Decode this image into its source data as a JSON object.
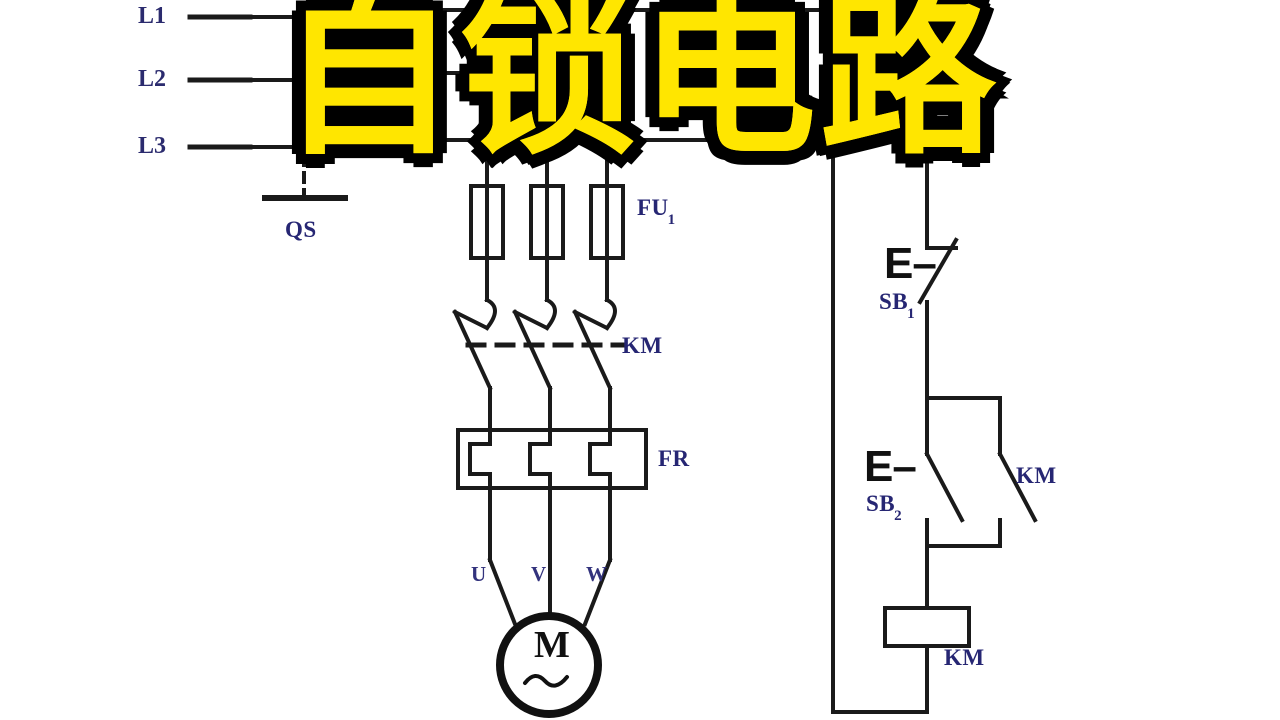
{
  "title": {
    "text": "自锁电路",
    "fill_color": "#ffe600",
    "stroke_color": "#000000"
  },
  "colors": {
    "background": "#ffffff",
    "wire": "#1a1a1a",
    "label": "#262673",
    "accent_yellow": "#ffe600"
  },
  "power_rails": [
    {
      "name": "L1",
      "label": "L1"
    },
    {
      "name": "L2",
      "label": "L2"
    },
    {
      "name": "L3",
      "label": "L3"
    }
  ],
  "main_circuit": {
    "disconnect_switch": {
      "label": "QS",
      "type": "three-pole-knife-switch"
    },
    "fuses": {
      "label": "FU",
      "subscript": "1",
      "count": 3
    },
    "contactor_main_contacts": {
      "label": "KM",
      "type": "normally-open",
      "count": 3
    },
    "thermal_relay": {
      "label": "FR",
      "type": "overload-heater",
      "count": 3
    },
    "motor": {
      "designator": "M",
      "phase_symbol": "~",
      "terminals": [
        {
          "label": "U"
        },
        {
          "label": "V"
        },
        {
          "label": "W"
        }
      ]
    }
  },
  "control_circuit": {
    "stop_button": {
      "label": "SB",
      "subscript": "1",
      "actuator": "E–",
      "type": "normally-closed-pushbutton"
    },
    "start_button": {
      "label": "SB",
      "subscript": "2",
      "actuator": "E–",
      "type": "normally-open-pushbutton"
    },
    "holding_contact": {
      "label": "KM",
      "type": "normally-open-auxiliary"
    },
    "coil": {
      "label": "KM",
      "type": "contactor-coil"
    }
  },
  "chart_data": {
    "type": "diagram",
    "title": "自锁电路",
    "description": "Three-phase motor self-locking (latching) starter circuit",
    "nodes": [
      {
        "id": "L1",
        "label": "L1",
        "kind": "power-rail"
      },
      {
        "id": "L2",
        "label": "L2",
        "kind": "power-rail"
      },
      {
        "id": "L3",
        "label": "L3",
        "kind": "power-rail"
      },
      {
        "id": "QS",
        "label": "QS",
        "kind": "isolator-switch"
      },
      {
        "id": "FU1",
        "label": "FU1",
        "kind": "fuse"
      },
      {
        "id": "KM-main",
        "label": "KM",
        "kind": "contactor-main-contact"
      },
      {
        "id": "FR",
        "label": "FR",
        "kind": "thermal-overload-relay"
      },
      {
        "id": "M",
        "label": "M",
        "kind": "ac-motor"
      },
      {
        "id": "SB1",
        "label": "SB1",
        "kind": "stop-pushbutton-nc"
      },
      {
        "id": "SB2",
        "label": "SB2",
        "kind": "start-pushbutton-no"
      },
      {
        "id": "KM-aux",
        "label": "KM",
        "kind": "holding-contact-no"
      },
      {
        "id": "KM-coil",
        "label": "KM",
        "kind": "contactor-coil"
      }
    ]
  }
}
